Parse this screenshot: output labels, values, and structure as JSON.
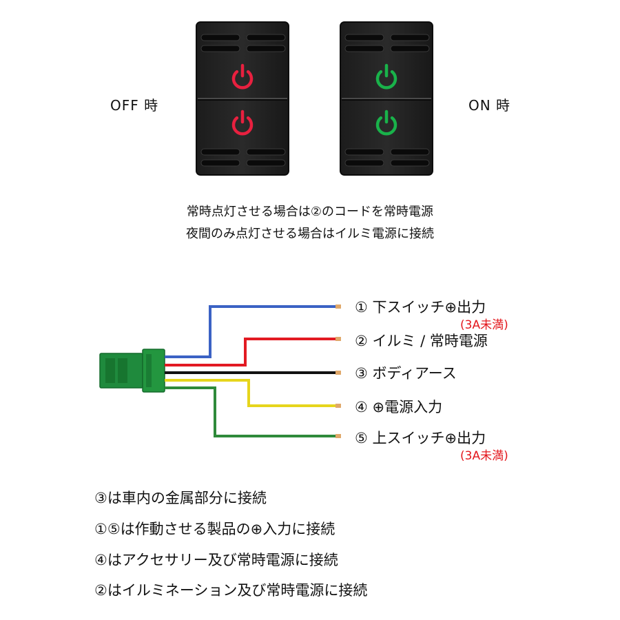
{
  "switch_states": {
    "off_label": "OFF 時",
    "on_label": "ON 時",
    "off_color": "#e8203f",
    "on_color": "#19b24a"
  },
  "notes": {
    "line1": "常時点灯させる場合は②のコードを常時電源",
    "line2": "夜間のみ点灯させる場合はイルミ電源に接続"
  },
  "wires": [
    {
      "label": "① 下スイッチ⊕出力",
      "limit": "(3A未満)",
      "color": "#3b62c4"
    },
    {
      "label": "② イルミ / 常時電源",
      "limit": "",
      "color": "#e21a22"
    },
    {
      "label": "③ ボディアース",
      "limit": "",
      "color": "#111111"
    },
    {
      "label": "④ ⊕電源入力",
      "limit": "",
      "color": "#e6d51c"
    },
    {
      "label": "⑤ 上スイッチ⊕出力",
      "limit": "(3A未満)",
      "color": "#2e8a3a"
    }
  ],
  "connector_color": "#1f8a3d",
  "instructions": [
    "③は車内の金属部分に接続",
    "①⑤は作動させる製品の⊕入力に接続",
    "④はアクセサリー及び常時電源に接続",
    "②はイルミネーション及び常時電源に接続"
  ]
}
